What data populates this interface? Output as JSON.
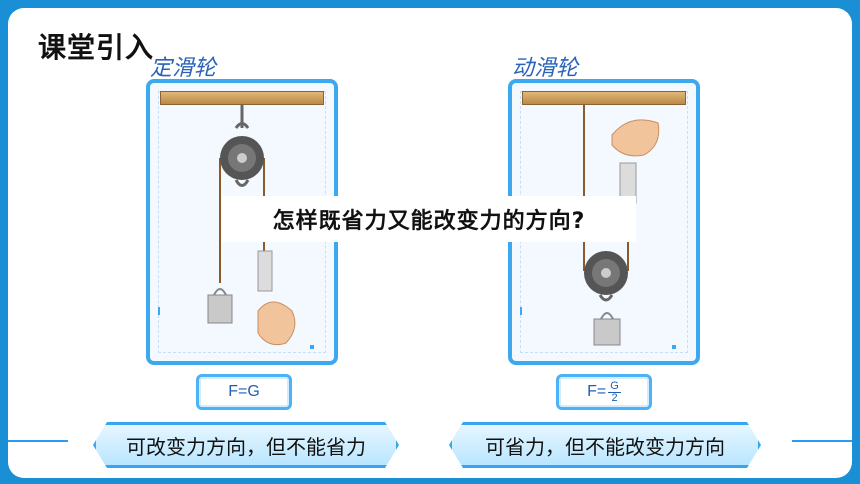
{
  "header": {
    "title": "课堂引入"
  },
  "left_panel": {
    "title": "定滑轮",
    "formula": "F=G",
    "conclusion": "可改变力方向，但不能省力"
  },
  "right_panel": {
    "title": "动滑轮",
    "formula_prefix": "F=",
    "formula_num": "G",
    "formula_den": "2",
    "conclusion": "可省力，但不能改变力方向"
  },
  "question": "怎样既省力又能改变力的方向?",
  "colors": {
    "background": "#1a8fd6",
    "accent": "#3ca8f0",
    "wood": "#c99a55"
  }
}
